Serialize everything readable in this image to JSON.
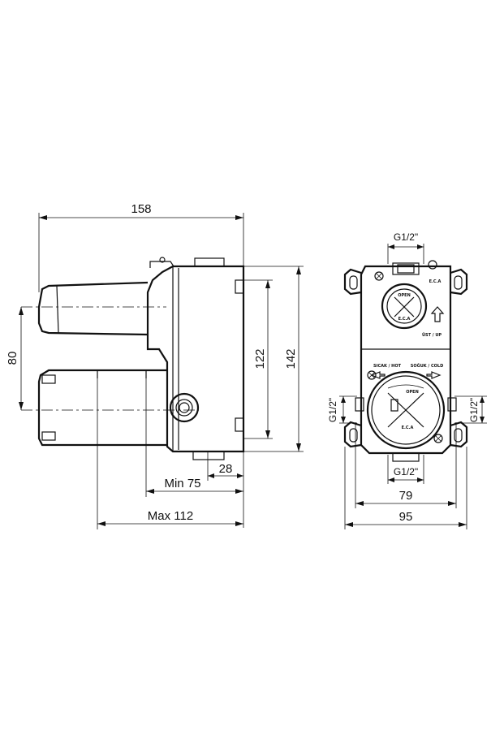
{
  "side_view": {
    "dim_width": "158",
    "dim_height": "142",
    "dim_inner_height": "122",
    "dim_pipe_spacing": "80",
    "dim_28": "28",
    "dim_min": "Min 75",
    "dim_max": "Max 112"
  },
  "front_view": {
    "dim_top_pipe": "G1/2\"",
    "dim_left_pipe": "G1/2\"",
    "dim_right_pipe": "G1/2\"",
    "dim_bottom_pipe": "G1/2\"",
    "dim_inner_width": "79",
    "dim_outer_width": "95",
    "label_hot": "SICAK / HOT",
    "label_cold": "SOĞUK / COLD",
    "label_up": "ÜST / UP",
    "label_open_top": "OPEN",
    "label_open_bottom": "OPEN",
    "brand_top": "E.C.A",
    "brand_bottom": "E.C.A"
  }
}
